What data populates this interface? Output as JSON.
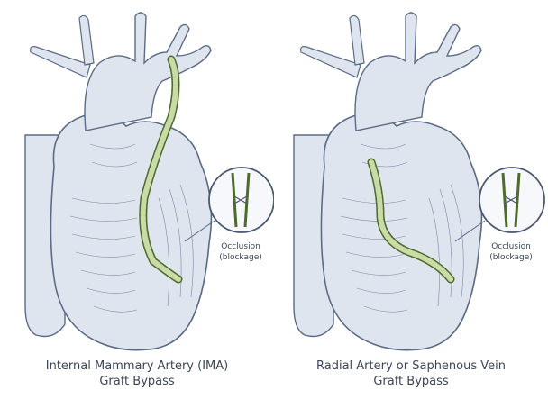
{
  "panels": [
    {
      "caption_line1": "Internal Mammary Artery (IMA)",
      "caption_line2": "Graft Bypass",
      "callout_line1": "Occlusion",
      "callout_line2": "(blockage)"
    },
    {
      "caption_line1": "Radial Artery or Saphenous Vein",
      "caption_line2": "Graft Bypass",
      "callout_line1": "Occlusion",
      "callout_line2": "(blockage)"
    }
  ],
  "colors": {
    "heart_fill": "#dfe5ef",
    "heart_stroke": "#5b6b86",
    "graft_fill": "#c9dba6",
    "graft_stroke": "#4f6b2c"
  }
}
